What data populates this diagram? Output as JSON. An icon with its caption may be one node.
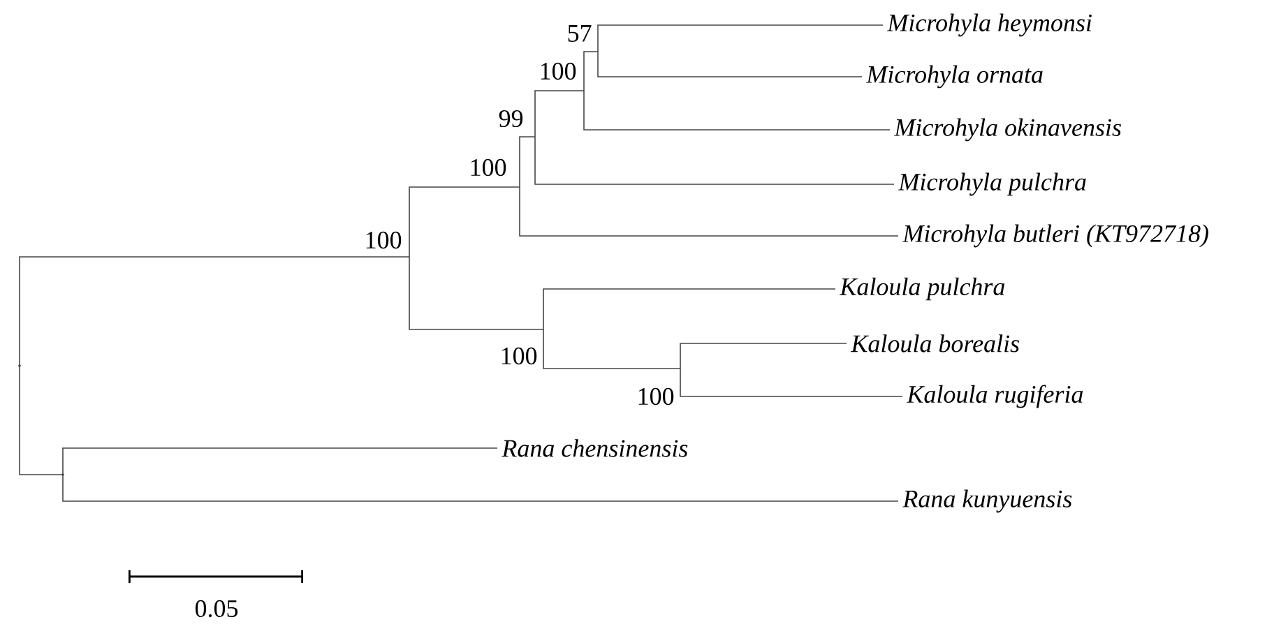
{
  "diagram": {
    "nodes": [
      {
        "text": [],
        "shape": "dot"
      },
      {
        "text": [
          "100"
        ]
      },
      {
        "text": [
          "100"
        ]
      },
      {
        "text": [
          "99"
        ]
      },
      {
        "text": [
          "100"
        ]
      },
      {
        "text": [
          "57"
        ]
      },
      {
        "text": [
          "Microhyla heymonsi"
        ]
      },
      {
        "text": [
          "Microhyla ornata"
        ]
      },
      {
        "text": [
          "Microhyla okinavensis"
        ]
      },
      {
        "text": [
          "Microhyla pulchra"
        ]
      },
      {
        "text": [
          "Microhyla butleri (KT972718)"
        ]
      },
      {
        "text": [
          "100"
        ]
      },
      {
        "text": [
          "Kaloula  pulchra"
        ]
      },
      {
        "text": [
          "100"
        ]
      },
      {
        "text": [
          "Kaloula borealis"
        ]
      },
      {
        "text": [
          "Kaloula rugiferia"
        ]
      },
      {
        "text": [],
        "shape": "dot"
      },
      {
        "text": [
          "Rana chensinensis"
        ]
      },
      {
        "text": [
          "Rana kunyuensis"
        ]
      }
    ],
    "edges": [
      {
        "from": 0,
        "to": 1,
        "arrow": "none"
      },
      {
        "from": 0,
        "to": 16,
        "arrow": "none"
      },
      {
        "from": 1,
        "to": 2,
        "arrow": "none"
      },
      {
        "from": 1,
        "to": 11,
        "arrow": "none"
      },
      {
        "from": 2,
        "to": 3,
        "arrow": "none"
      },
      {
        "from": 2,
        "to": 10,
        "arrow": "none"
      },
      {
        "from": 3,
        "to": 4,
        "arrow": "none"
      },
      {
        "from": 3,
        "to": 9,
        "arrow": "none"
      },
      {
        "from": 4,
        "to": 5,
        "arrow": "none"
      },
      {
        "from": 4,
        "to": 8,
        "arrow": "none"
      },
      {
        "from": 5,
        "to": 6,
        "arrow": "none"
      },
      {
        "from": 5,
        "to": 7,
        "arrow": "none"
      },
      {
        "from": 11,
        "to": 12,
        "arrow": "none"
      },
      {
        "from": 11,
        "to": 13,
        "arrow": "none"
      },
      {
        "from": 13,
        "to": 14,
        "arrow": "none"
      },
      {
        "from": 13,
        "to": 15,
        "arrow": "none"
      },
      {
        "from": 16,
        "to": 17,
        "arrow": "none"
      },
      {
        "from": 16,
        "to": 18,
        "arrow": "none"
      }
    ],
    "labels": [
      "0.05"
    ]
  }
}
